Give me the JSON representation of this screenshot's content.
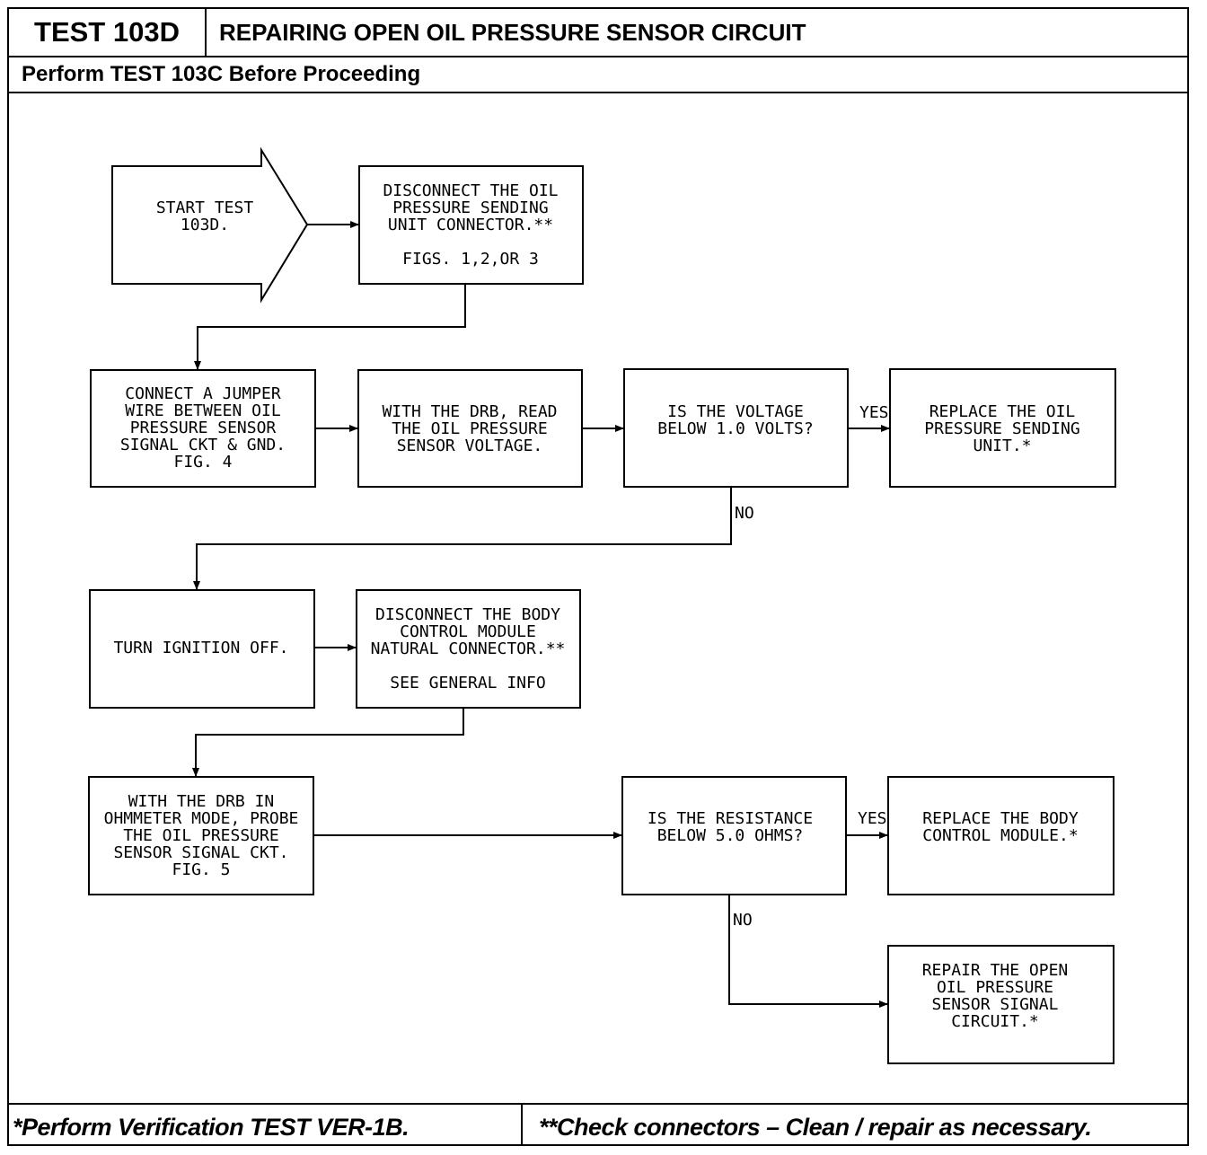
{
  "header": {
    "test_code": "TEST 103D",
    "title": "REPAIRING OPEN OIL PRESSURE SENSOR CIRCUIT",
    "subtitle": "Perform TEST 103C Before Proceeding"
  },
  "footer": {
    "left": "*Perform Verification TEST VER-1B.",
    "right": "**Check connectors – Clean / repair as necessary."
  },
  "flow": {
    "start": [
      "START TEST",
      "103D."
    ],
    "disconnect_oil": [
      "DISCONNECT THE OIL",
      "PRESSURE SENDING",
      "UNIT CONNECTOR.**",
      "",
      "FIGS. 1,2,OR 3"
    ],
    "connect_jumper": [
      "CONNECT A JUMPER",
      "WIRE BETWEEN OIL",
      "PRESSURE SENSOR",
      "SIGNAL CKT & GND.",
      "FIG. 4"
    ],
    "read_voltage": [
      "WITH THE DRB, READ",
      "THE OIL PRESSURE",
      "SENSOR VOLTAGE."
    ],
    "voltage_question": [
      "IS THE VOLTAGE",
      "BELOW 1.0 VOLTS?"
    ],
    "replace_sending_unit": [
      "REPLACE THE OIL",
      "PRESSURE SENDING",
      "UNIT.*"
    ],
    "turn_ignition_off": [
      "TURN IGNITION OFF."
    ],
    "disconnect_bcm": [
      "DISCONNECT THE BODY",
      "CONTROL MODULE",
      "NATURAL CONNECTOR.**",
      "",
      "SEE GENERAL INFO"
    ],
    "probe_signal": [
      "WITH THE DRB IN",
      "OHMMETER MODE, PROBE",
      "THE OIL PRESSURE",
      "SENSOR SIGNAL CKT.",
      "FIG. 5"
    ],
    "resistance_question": [
      "IS THE RESISTANCE",
      "BELOW 5.0 OHMS?"
    ],
    "replace_bcm": [
      "REPLACE THE BODY",
      "CONTROL MODULE.*"
    ],
    "repair_circuit": [
      "REPAIR THE OPEN",
      "OIL PRESSURE",
      "SENSOR SIGNAL",
      "CIRCUIT.*"
    ]
  },
  "labels": {
    "yes_voltage": "YES",
    "no_voltage": "NO",
    "yes_resistance": "YES",
    "no_resistance": "NO"
  }
}
